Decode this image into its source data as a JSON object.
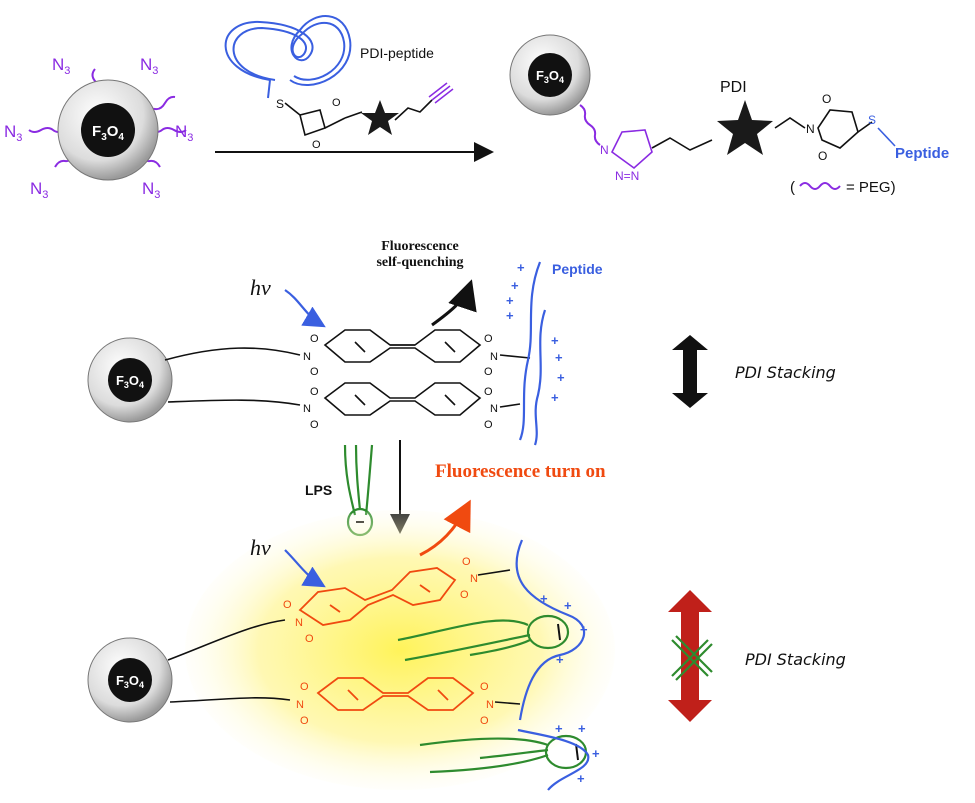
{
  "colors": {
    "peg": "#8a2be2",
    "peptide": "#3a5fe0",
    "lps": "#2e8b2e",
    "pdi_on": "#f04a10",
    "glow": "#fff35a",
    "dark": "#111111",
    "arrow_red": "#c0201a"
  },
  "particle": {
    "core_label_main": "F",
    "core_label_sub1": "3",
    "core_label_mid": "O",
    "core_label_sub2": "4"
  },
  "azide": {
    "main": "N",
    "sub": "3"
  },
  "reaction": {
    "reagent_label": "PDI-peptide",
    "s_label": "S",
    "o_label": "O"
  },
  "product": {
    "pdi_label": "PDI",
    "peptide_label": "Peptide",
    "s_label": "S",
    "n_label": "N",
    "o_label": "O",
    "triazole_n": "N",
    "triazole_nn": "N=N",
    "peg_legend_open": "(",
    "peg_legend_text": "= PEG)"
  },
  "stage1": {
    "hv": "hv",
    "quench_line1": "Fluorescence",
    "quench_line2": "self-quenching",
    "peptide_label": "Peptide",
    "stacking": "PDI Stacking",
    "plus": "+"
  },
  "stage2": {
    "lps_label": "LPS",
    "turn_on": "Fluorescence turn on",
    "hv": "hv",
    "stacking": "PDI Stacking",
    "plus": "+"
  },
  "imide": {
    "o": "O",
    "n": "N"
  }
}
